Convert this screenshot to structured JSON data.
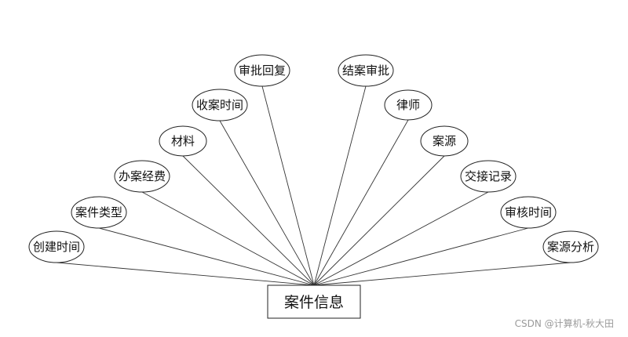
{
  "entity": {
    "label": "案件信息"
  },
  "attributes": [
    {
      "id": "create-time",
      "label": "创建时间"
    },
    {
      "id": "case-type",
      "label": "案件类型"
    },
    {
      "id": "handling-cost",
      "label": "办案经费"
    },
    {
      "id": "materials",
      "label": "材料"
    },
    {
      "id": "receive-time",
      "label": "收案时间"
    },
    {
      "id": "review-reply",
      "label": "审批回复"
    },
    {
      "id": "closing-approval",
      "label": "结案审批"
    },
    {
      "id": "lawyer",
      "label": "律师"
    },
    {
      "id": "case-source",
      "label": "案源"
    },
    {
      "id": "handover-record",
      "label": "交接记录"
    },
    {
      "id": "audit-time",
      "label": "审核时间"
    },
    {
      "id": "case-source-analysis",
      "label": "案源分析"
    }
  ],
  "watermark": "CSDN @计算机-秋大田"
}
